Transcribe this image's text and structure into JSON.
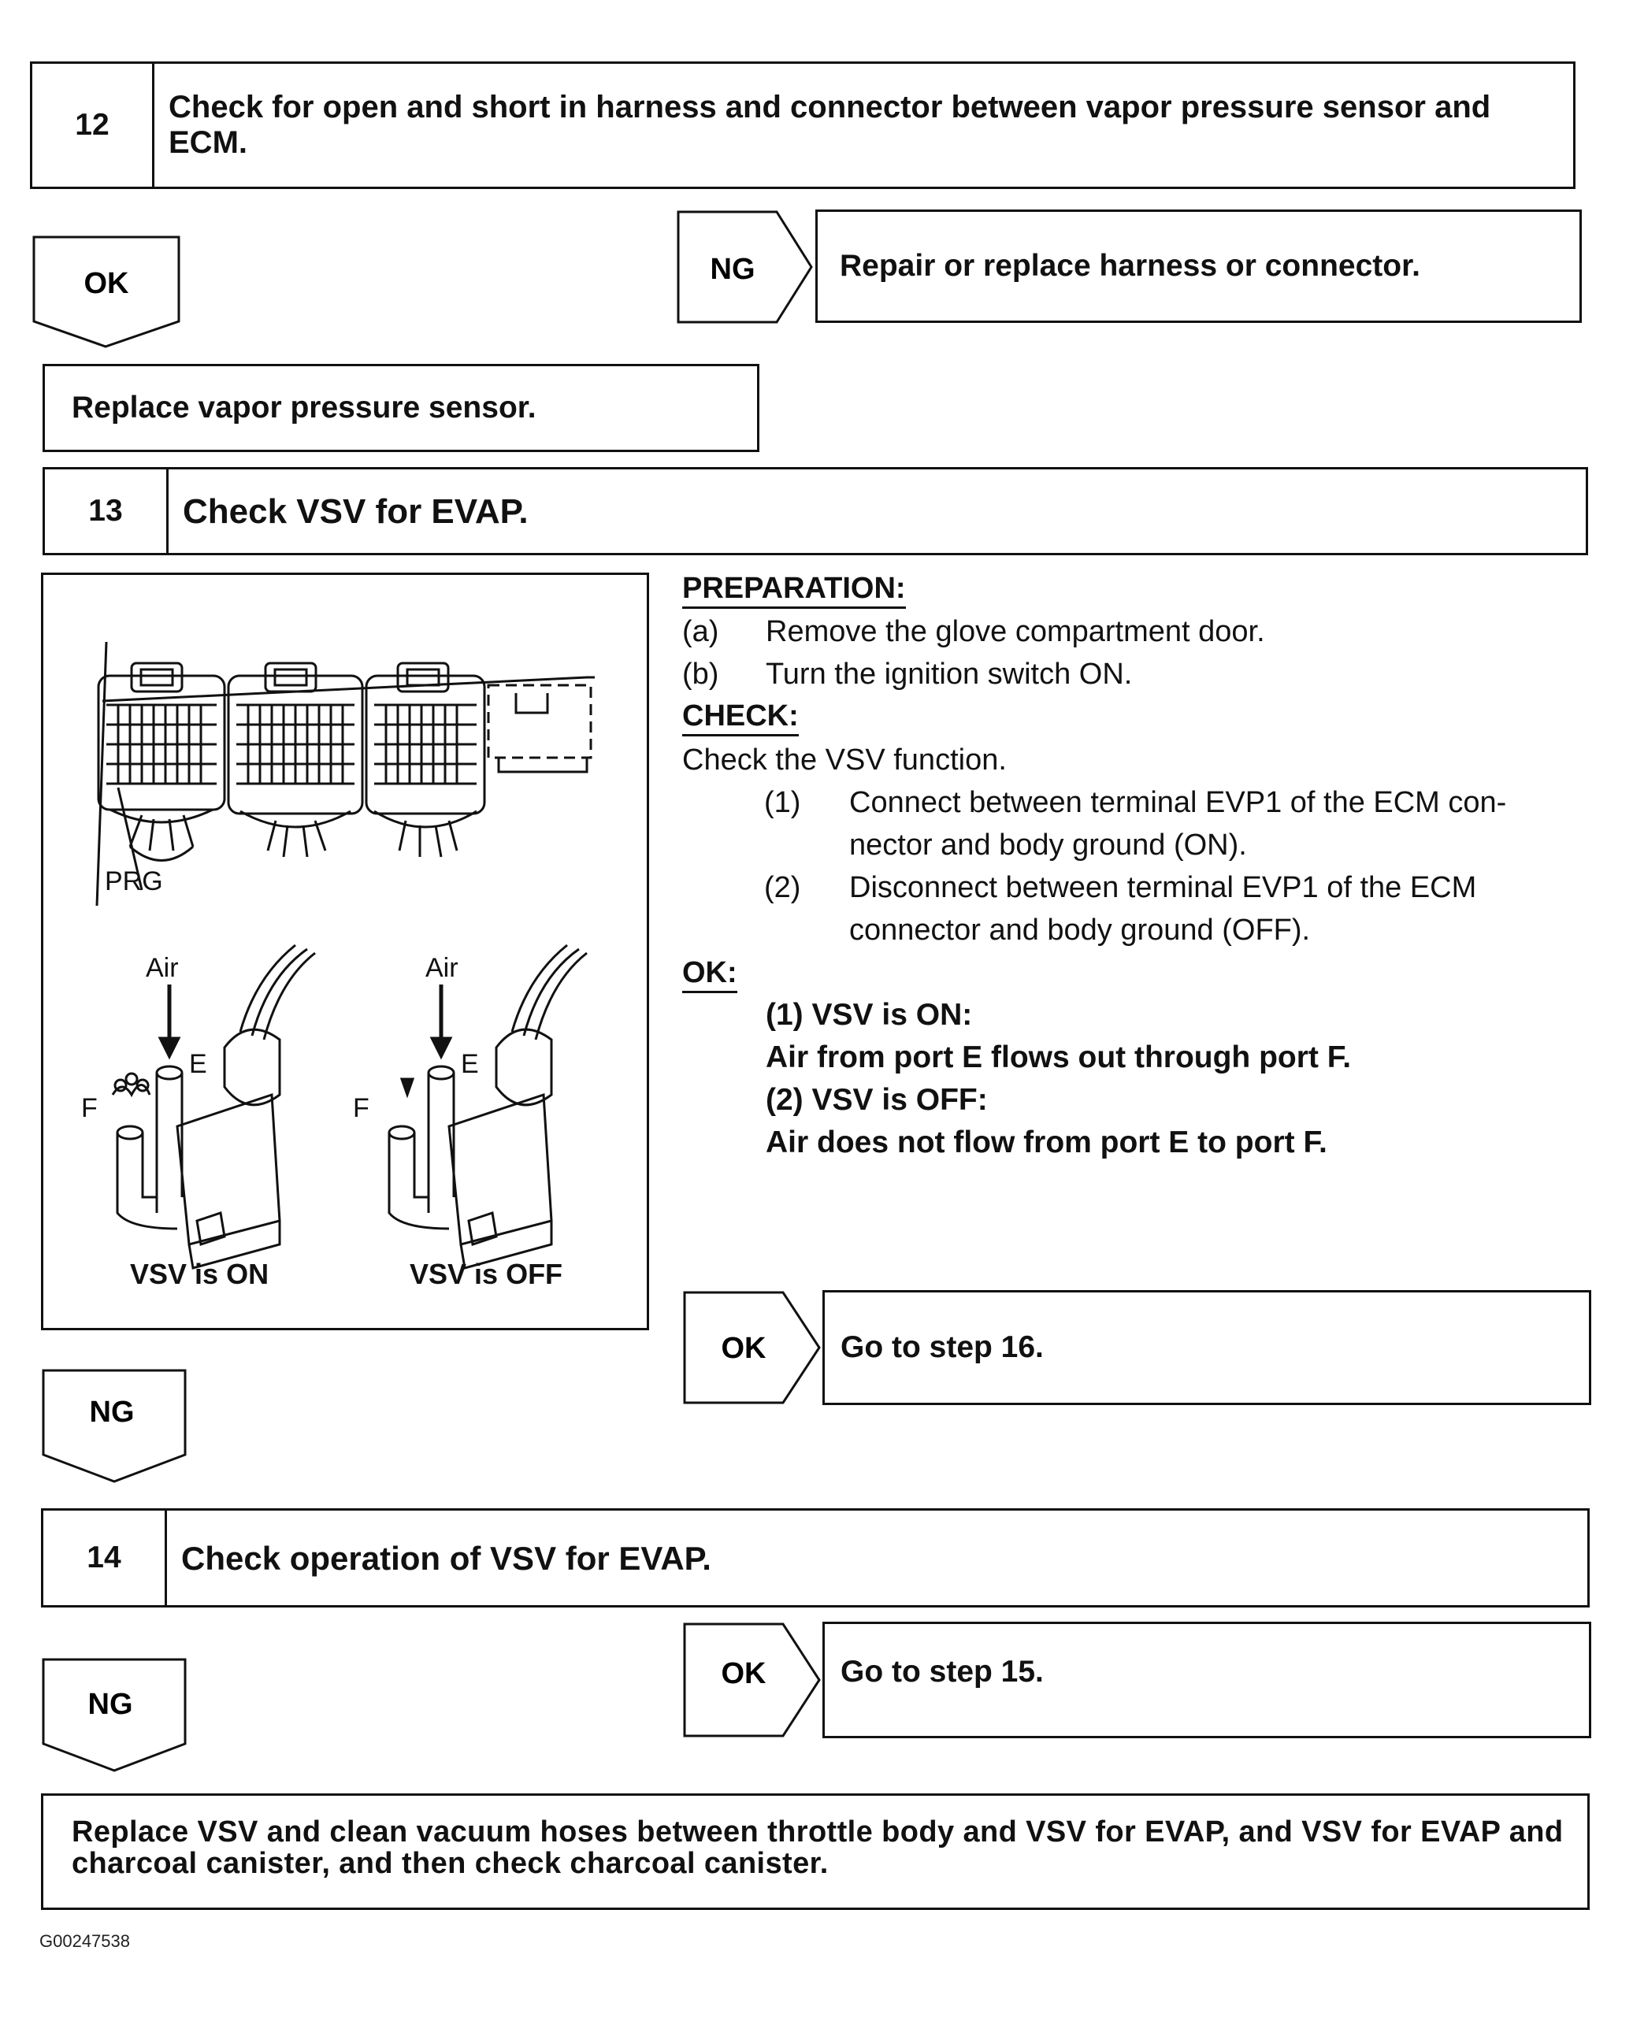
{
  "step12": {
    "number": "12",
    "title": "Check for open and short in harness and connector between vapor pressure sensor and ECM.",
    "ok_label": "OK",
    "ng_label": "NG",
    "ng_action": "Repair or replace harness or connector.",
    "ok_action": "Replace vapor pressure sensor."
  },
  "step13": {
    "number": "13",
    "title": "Check VSV for EVAP.",
    "figure": {
      "prg_label": "PRG",
      "air_label": "Air",
      "port_e": "E",
      "port_f": "F",
      "caption_on": "VSV is ON",
      "caption_off": "VSV is OFF"
    },
    "preparation_heading": "PREPARATION:",
    "prep_items": [
      {
        "marker": "(a)",
        "text": "Remove the glove compartment door."
      },
      {
        "marker": "(b)",
        "text": "Turn the ignition switch ON."
      }
    ],
    "check_heading": "CHECK:",
    "check_intro": "Check the VSV function.",
    "check_items": [
      {
        "marker": "(1)",
        "line1": "Connect between terminal EVP1 of the ECM con-",
        "line2": "nector and body ground (ON)."
      },
      {
        "marker": "(2)",
        "line1": "Disconnect between terminal EVP1 of the ECM",
        "line2": "connector and body ground (OFF)."
      }
    ],
    "ok_heading": "OK:",
    "ok_lines": [
      "(1)  VSV is ON:",
      "Air from port E flows out through port F.",
      "(2)  VSV is OFF:",
      "Air does not flow from port E to port F."
    ],
    "ok_label": "OK",
    "ok_action": "Go to step 16.",
    "ng_label": "NG"
  },
  "step14": {
    "number": "14",
    "title": "Check operation of VSV for EVAP.",
    "ok_label": "OK",
    "ok_action": "Go to step 15.",
    "ng_label": "NG"
  },
  "final_action": "Replace VSV and clean vacuum hoses between throttle body and VSV for EVAP, and VSV for EVAP and charcoal canister, and then check charcoal canister.",
  "figure_id": "G00247538"
}
